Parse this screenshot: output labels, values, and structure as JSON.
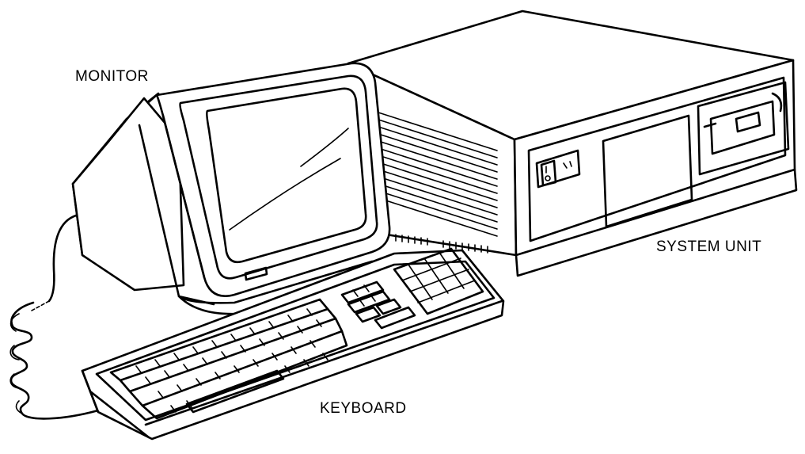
{
  "labels": {
    "monitor": "MONITOR",
    "system_unit": "SYSTEM UNIT",
    "keyboard": "KEYBOARD"
  },
  "colors": {
    "line": "#000000",
    "background": "#ffffff"
  }
}
